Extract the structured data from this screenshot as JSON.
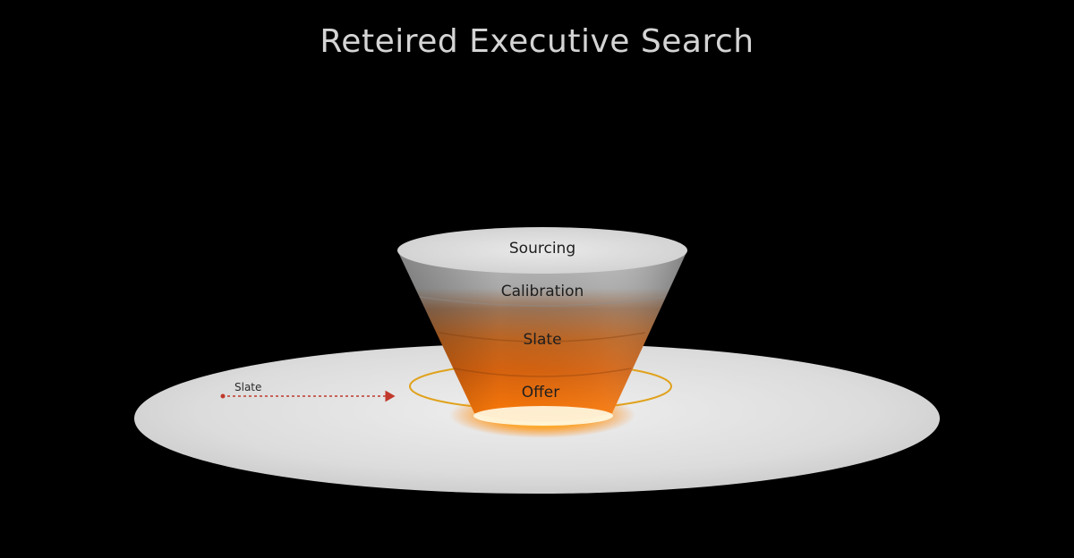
{
  "title": "Reteired Executive Search",
  "funnel": {
    "stages": [
      {
        "label": "Sourcing"
      },
      {
        "label": "Calibration"
      },
      {
        "label": "Slate"
      },
      {
        "label": "Offer"
      }
    ]
  },
  "side_label": "Slate",
  "colors": {
    "background": "#000000",
    "platform": "#d9d9d9",
    "funnel_top": "#bdbdbd",
    "funnel_mid": "#c76a1c",
    "funnel_bottom": "#ff7a0a",
    "glow": "#ffb020",
    "arrow": "#c0392b"
  }
}
